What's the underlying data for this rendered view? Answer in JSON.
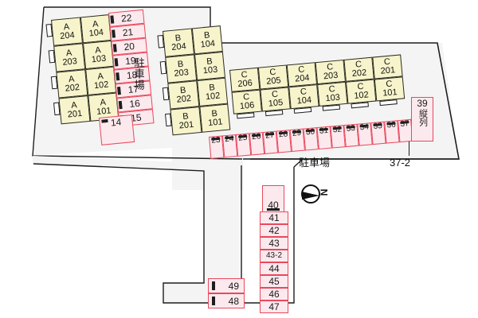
{
  "map": {
    "title": "apartment-site-layout",
    "colors": {
      "building_fill": "#f7f4cc",
      "building_stroke": "#2b2b22",
      "stall_fill": "#fce9ee",
      "stall_stroke": "#e8495c",
      "outline_stroke": "#1d1d1d",
      "lot_fill": "#f4f4f4",
      "text": "#121212"
    },
    "labels": {
      "parking_left": "駐車場",
      "parking_bottom": "駐車場",
      "lot_number": "37-2",
      "tandem": "縦列",
      "tandem_number": "39",
      "compass_letter": "N"
    },
    "buildings": [
      {
        "name": "A",
        "rows": [
          {
            "left": "A 204",
            "letter": "A",
            "number": "204",
            "right_letter": "A",
            "right_number": "104"
          },
          {
            "left": "A 203",
            "letter": "A",
            "number": "203",
            "right_letter": "A",
            "right_number": "103"
          },
          {
            "left": "A 202",
            "letter": "A",
            "number": "202",
            "right_letter": "A",
            "right_number": "102"
          },
          {
            "left": "A 201",
            "letter": "A",
            "number": "201",
            "right_letter": "A",
            "right_number": "101"
          }
        ]
      },
      {
        "name": "B",
        "rows": [
          {
            "letter": "B",
            "number": "204",
            "right_letter": "B",
            "right_number": "104"
          },
          {
            "letter": "B",
            "number": "203",
            "right_letter": "B",
            "right_number": "103"
          },
          {
            "letter": "B",
            "number": "202",
            "right_letter": "B",
            "right_number": "102"
          },
          {
            "letter": "B",
            "number": "201",
            "right_letter": "B",
            "right_number": "101"
          }
        ]
      },
      {
        "name": "C",
        "top_row": [
          {
            "letter": "C",
            "number": "206"
          },
          {
            "letter": "C",
            "number": "205"
          },
          {
            "letter": "C",
            "number": "204"
          },
          {
            "letter": "C",
            "number": "203"
          },
          {
            "letter": "C",
            "number": "202"
          },
          {
            "letter": "C",
            "number": "201"
          }
        ],
        "bottom_row": [
          {
            "letter": "C",
            "number": "106"
          },
          {
            "letter": "C",
            "number": "105"
          },
          {
            "letter": "C",
            "number": "104"
          },
          {
            "letter": "C",
            "number": "103"
          },
          {
            "letter": "C",
            "number": "102"
          },
          {
            "letter": "C",
            "number": "101"
          }
        ]
      }
    ],
    "parking": {
      "left_column": [
        "22",
        "21",
        "20",
        "19",
        "18",
        "17",
        "16",
        "15"
      ],
      "left_detached": "14",
      "top_row": [
        "23",
        "24",
        "25",
        "26",
        "27",
        "28",
        "29",
        "30",
        "31",
        "32",
        "33",
        "34",
        "35",
        "36",
        "37"
      ],
      "lower_detached_top": "40",
      "lower_column": [
        "41",
        "42",
        "43",
        "43-2",
        "44",
        "45",
        "46",
        "47"
      ],
      "bottom_pair": [
        "49",
        "48"
      ],
      "tandem_stall": "39"
    }
  }
}
